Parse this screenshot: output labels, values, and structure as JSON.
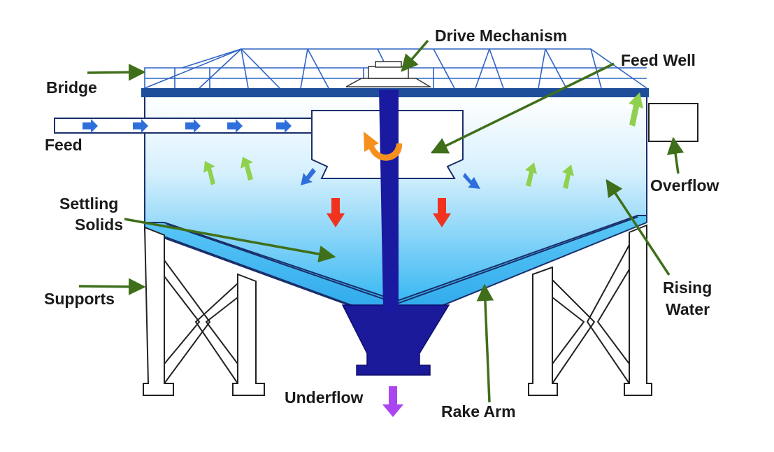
{
  "labels": {
    "drive_mechanism": "Drive Mechanism",
    "feed_well": "Feed Well",
    "bridge": "Bridge",
    "feed": "Feed",
    "overflow": "Overflow",
    "settling_solids_1": "Settling",
    "settling_solids_2": "Solids",
    "supports": "Supports",
    "rising_water_1": "Rising",
    "rising_water_2": "Water",
    "underflow": "Underflow",
    "rake_arm": "Rake Arm"
  },
  "colors": {
    "pointer": "#3f6f1a",
    "tank_top": "#1e4e9a",
    "shaft": "#1a1aa0",
    "water_top": "#ffffff",
    "water_bottom": "#2ab3f2",
    "feed_arrow": "#2f6fdc",
    "rising_arrow": "#8fd14f",
    "settling_arrow": "#f0321f",
    "rotation_arrow": "#f5901e",
    "underflow_arrow": "#a946f0",
    "truss": "#2f63c4"
  },
  "icons": {
    "feed_flow": "arrow-right-icon",
    "rising_flow": "arrow-up-icon",
    "settling_flow": "arrow-down-icon",
    "rotation": "curved-arrow-icon",
    "underflow_flow": "arrow-down-icon"
  }
}
